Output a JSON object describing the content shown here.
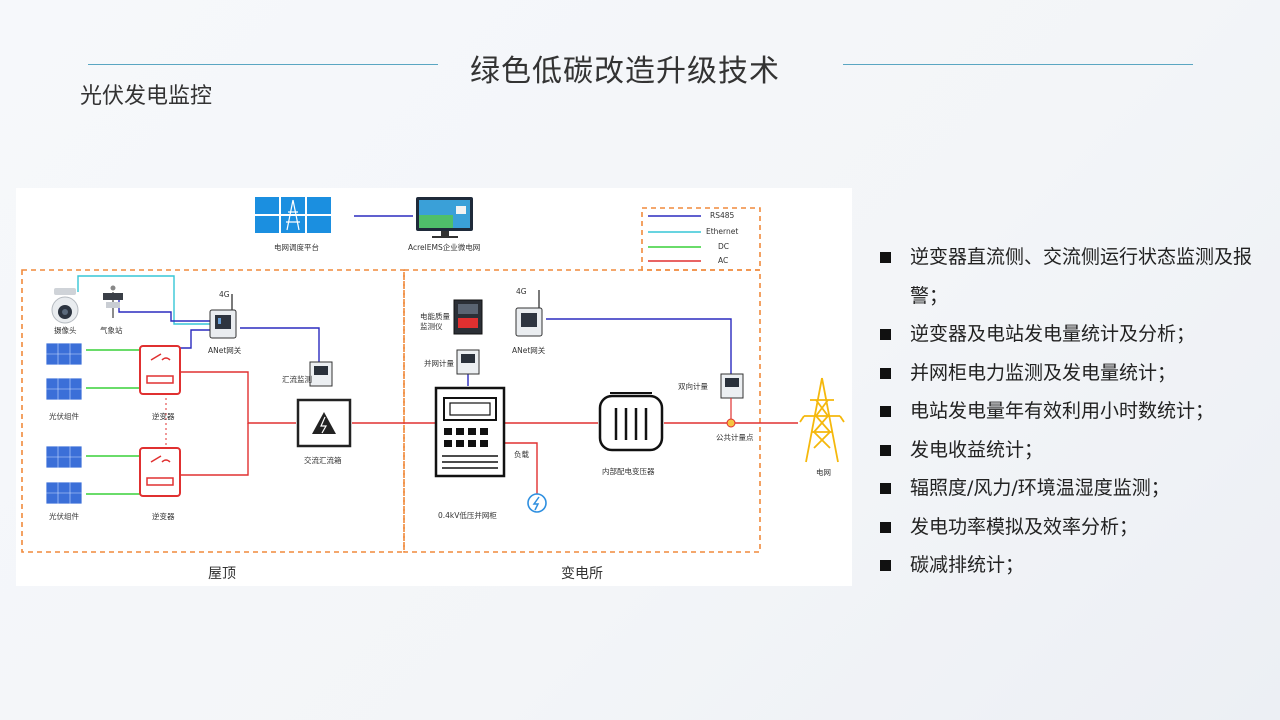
{
  "header": {
    "title": "绿色低碳改造升级技术",
    "subtitle": "光伏发电监控"
  },
  "diagram": {
    "legend": [
      "RS485",
      "Ethernet",
      "DC",
      "AC"
    ],
    "colors": {
      "rs485": "#2b2bbf",
      "ethernet": "#36c6d6",
      "dc": "#39d139",
      "ac": "#e03030",
      "border": "#f08a3c"
    },
    "labels": {
      "grid_platform": "电网调度平台",
      "ems": "AcrelEMS企业微电网",
      "camera": "摄像头",
      "weather": "气象站",
      "gateway_left": "ANet网关",
      "gateway_right": "ANet网关",
      "pv_module_top": "光伏组件",
      "pv_module_bottom": "光伏组件",
      "inverter_top": "逆变器",
      "inverter_bottom": "逆变器",
      "combiner_monitor": "汇流监测",
      "ac_combiner": "交流汇流箱",
      "power_quality": "电能质量\n监测仪",
      "grid_meter": "并网计量",
      "load": "负载",
      "cabinet": "0.4kV低压并网柜",
      "transformer": "内部配电变压器",
      "bidirectional_meter": "双向计量",
      "common_point": "公共计量点",
      "utility_grid": "电网",
      "signal_4g": "4G",
      "roof": "屋顶",
      "substation": "变电所"
    }
  },
  "features": [
    "逆变器直流侧、交流侧运行状态监测及报警；",
    "逆变器及电站发电量统计及分析；",
    "并网柜电力监测及发电量统计；",
    "电站发电量年有效利用小时数统计；",
    "发电收益统计；",
    "辐照度/风力/环境温湿度监测；",
    "发电功率模拟及效率分析；",
    "碳减排统计；"
  ]
}
